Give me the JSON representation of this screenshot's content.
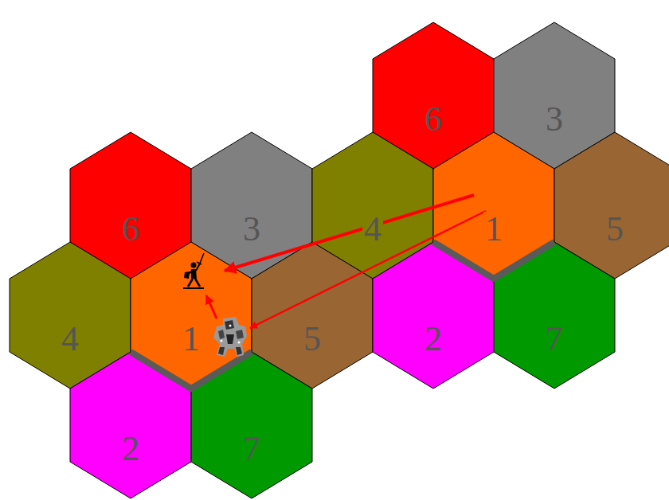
{
  "diagram": {
    "nodes": [
      {
        "text": [
          "6"
        ]
      },
      {
        "text": [
          "3"
        ]
      },
      {
        "text": [
          "6"
        ]
      },
      {
        "text": [
          "3"
        ]
      },
      {
        "text": [
          "4"
        ]
      },
      {
        "text": [
          "1"
        ]
      },
      {
        "text": [
          "5"
        ]
      },
      {
        "text": [
          "4"
        ]
      },
      {
        "text": [
          "1"
        ]
      },
      {
        "text": [
          "5"
        ]
      },
      {
        "text": [
          "2"
        ]
      },
      {
        "text": [
          "7"
        ]
      },
      {
        "text": [
          "2"
        ]
      },
      {
        "text": [
          "7"
        ]
      }
    ],
    "edges": [
      {
        "from": 5,
        "to": 8,
        "arrow": "to"
      },
      {
        "from": 5,
        "to": 8,
        "arrow": "to"
      }
    ]
  }
}
